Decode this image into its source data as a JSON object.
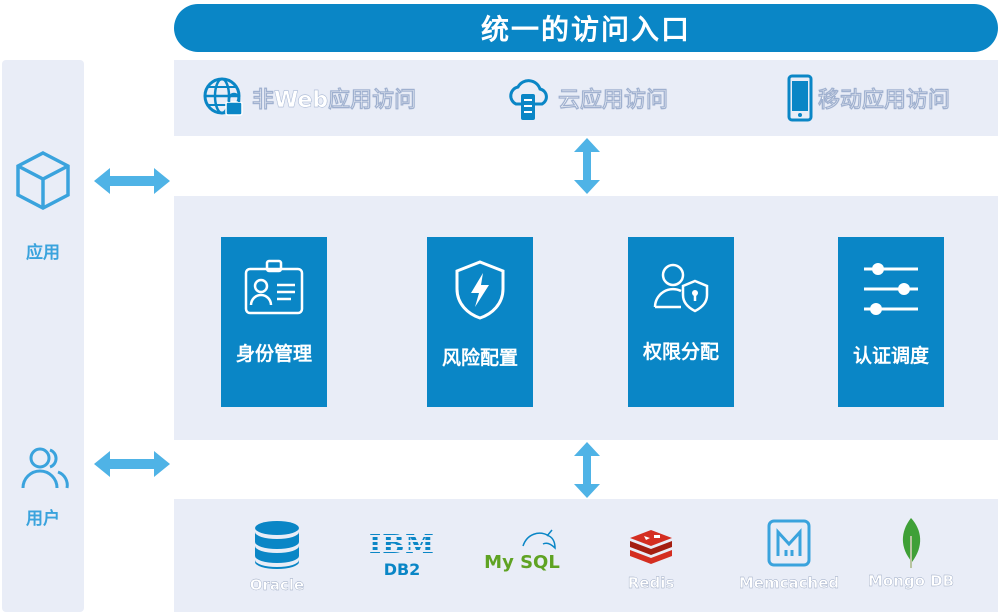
{
  "banner": {
    "title": "统一的访问入口"
  },
  "access": {
    "items": [
      {
        "label": "非Web应用访问",
        "icon": "globe-lock-icon"
      },
      {
        "label": "云应用访问",
        "icon": "cloud-server-icon"
      },
      {
        "label": "移动应用访问",
        "icon": "mobile-phone-icon"
      }
    ]
  },
  "modules": [
    {
      "label": "身份管理",
      "icon": "id-badge-icon"
    },
    {
      "label": "风险配置",
      "icon": "shield-bolt-icon"
    },
    {
      "label": "权限分配",
      "icon": "user-shield-icon"
    },
    {
      "label": "认证调度",
      "icon": "sliders-icon"
    }
  ],
  "sidebar": {
    "app_label": "应用",
    "user_label": "用户"
  },
  "databases": [
    {
      "label": "Oracle",
      "icon": "database-icon"
    },
    {
      "label": "DB2",
      "logo_text": "IBM",
      "icon": "ibm-logo-icon"
    },
    {
      "label": "",
      "logo_text": "My SQL",
      "icon": "mysql-logo-icon"
    },
    {
      "label": "Redis",
      "icon": "redis-logo-icon"
    },
    {
      "label": "Memcached",
      "icon": "memcached-logo-icon"
    },
    {
      "label": "Mongo DB",
      "icon": "mongodb-leaf-icon"
    }
  ],
  "colors": {
    "primary": "#0a86c6",
    "band": "#e9edf7",
    "arrow": "#4fb3e6",
    "mysql_green": "#5fa323",
    "redis_red": "#d42e21",
    "mongo_green": "#3fa037"
  }
}
